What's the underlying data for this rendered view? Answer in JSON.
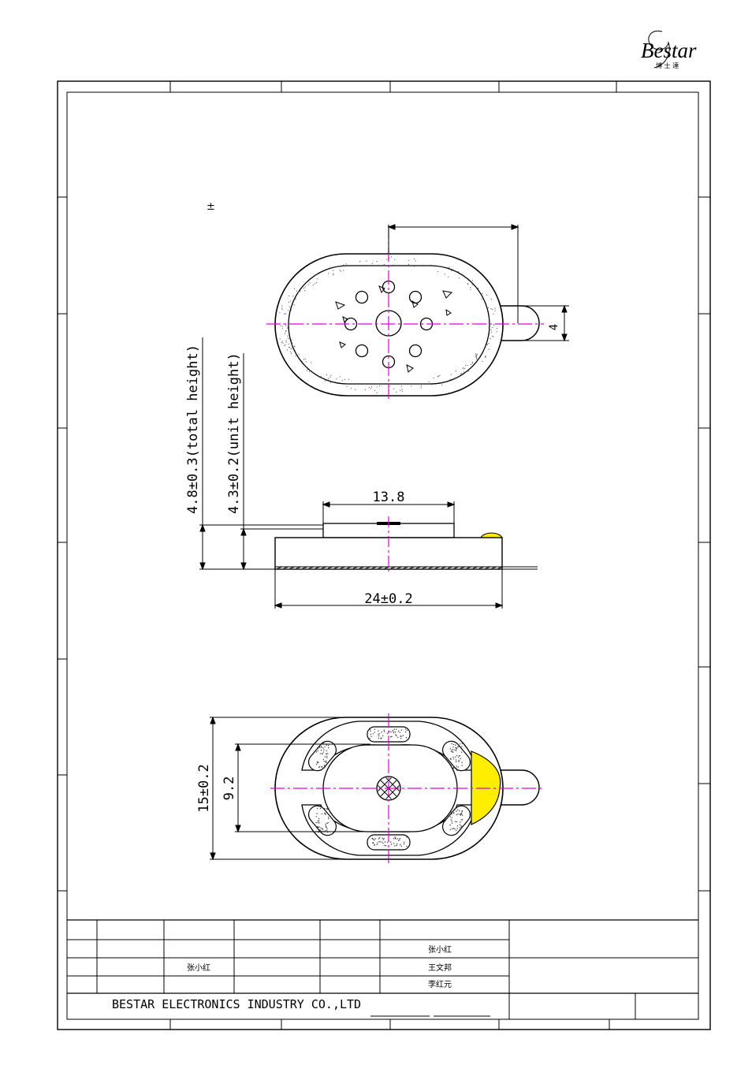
{
  "logo": {
    "brand": "Bestar",
    "subtitle": "博 士 達"
  },
  "top_view": {
    "tab_width_label": "4",
    "plus_minus_symbol": "±"
  },
  "side_view": {
    "total_height_label": "4.8±0.3(total height)",
    "unit_height_label": "4.3±0.2(unit height)",
    "top_width_label": "13.8",
    "overall_length_label": "24±0.2"
  },
  "bottom_view": {
    "width_label": "15±0.2",
    "inner_width_label": "9.2"
  },
  "title_block": {
    "rows": [
      {
        "name": "张小红"
      },
      {
        "name": "王文邦",
        "left": "张小红"
      },
      {
        "name": "李红元"
      }
    ],
    "company": "BESTAR ELECTRONICS INDUSTRY CO.,LTD"
  },
  "colors": {
    "centerline": "#e000e0",
    "lead": "#ffee00",
    "line": "#000000"
  }
}
